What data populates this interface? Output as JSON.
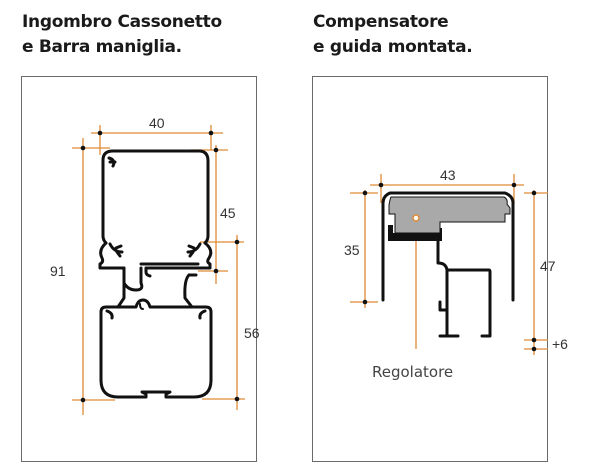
{
  "colors": {
    "dimension_line": "#e08a35",
    "profile_stroke": "#111111",
    "regolatore_fill": "#a9a9a9",
    "panel_border": "#6a6a6a"
  },
  "left": {
    "title_line1": "Ingombro Cassonetto",
    "title_line2": "e Barra maniglia.",
    "dimensions": {
      "width": "40",
      "upper_height": "45",
      "total_height": "91",
      "lower_height": "56"
    }
  },
  "right": {
    "title_line1": "Compensatore",
    "title_line2": "e guida montata.",
    "dimensions": {
      "width": "43",
      "left_height": "35",
      "right_height": "47",
      "tolerance": "+6"
    },
    "callout_label": "Regolatore"
  }
}
